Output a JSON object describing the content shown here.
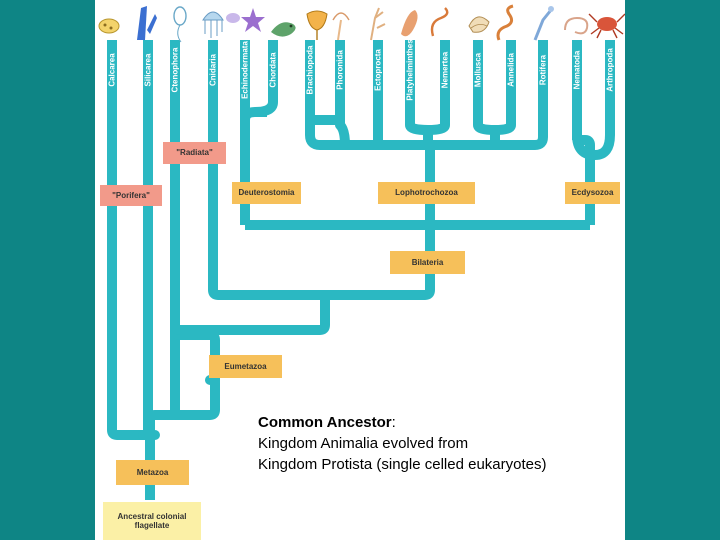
{
  "taxa": [
    "Calcarea",
    "Silicarea",
    "Ctenophora",
    "Cnidaria",
    "Echinodermata",
    "Chordata",
    "Brachiopoda",
    "Phoronida",
    "Ectoprocta",
    "Platyhelminthes",
    "Nemertea",
    "Mollusca",
    "Annelida",
    "Rotifera",
    "Nematoda",
    "Arthropoda"
  ],
  "clades": {
    "radiata": "\"Radiata\"",
    "porifera": "\"Porifera\"",
    "deuterostomia": "Deuterostomia",
    "lophotrochozoa": "Lophotrochozoa",
    "ecdysozoa": "Ecdysozoa",
    "bilateria": "Bilateria",
    "eumetazoa": "Eumetazoa",
    "metazoa": "Metazoa",
    "ancestor": "Ancestral colonial flagellate"
  },
  "caption": {
    "title": "Common Ancestor",
    "colon": ":",
    "line2": "Kingdom Animalia evolved from",
    "line3": "Kingdom Protista (single celled eukaryotes)"
  },
  "colors": {
    "background": "#0e8585",
    "branch": "#2bb8c2",
    "clade_box": "#f6c05a",
    "paraphyletic_box": "#f29a8a",
    "ancestor_box": "#fbf0a6"
  }
}
